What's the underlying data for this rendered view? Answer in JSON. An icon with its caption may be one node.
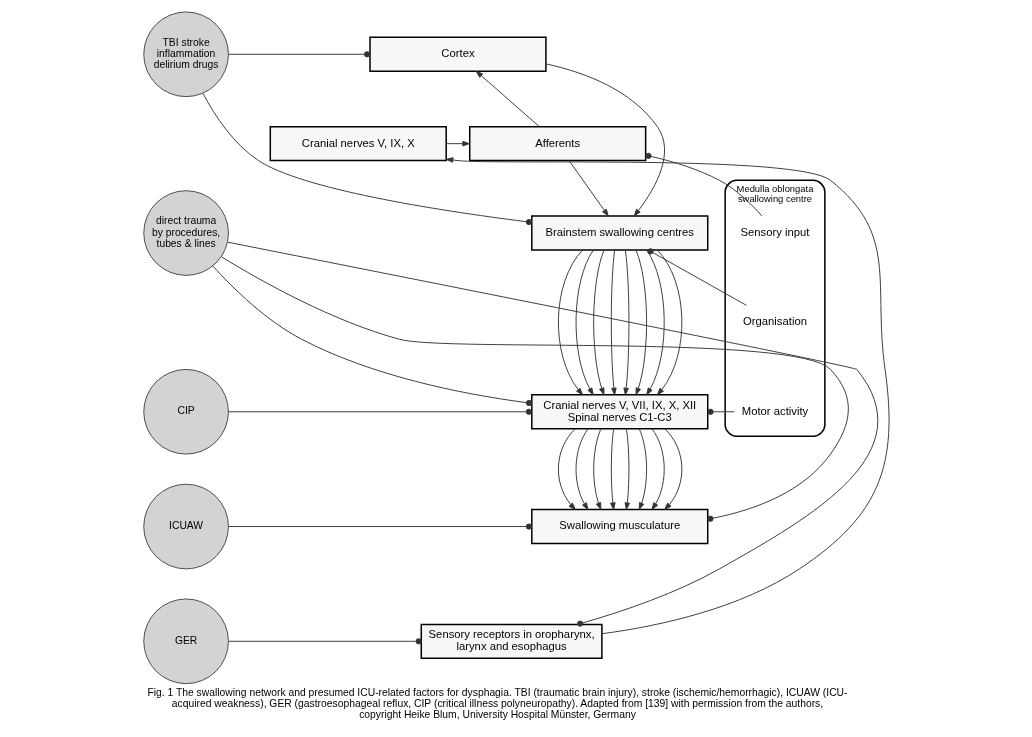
{
  "diagram": {
    "caption": "Fig. 1 The swallowing network and presumed ICU-related factors for dysphagia. TBI (traumatic brain injury), stroke (ischemic/hemorrhagic), ICUAW (ICU-acquired weakness), GER (gastroesophageal reflux, CIP (critical illness polyneuropathy). Adapted from [139] with permission from the authors, copyright Heike Blum, University Hospital Münster, Germany",
    "nodes": [
      {
        "text": [
          "TBI stroke inflammation delirium drugs"
        ]
      },
      {
        "text": [
          "direct trauma by procedures, tubes & lines"
        ]
      },
      {
        "text": [
          "CIP"
        ]
      },
      {
        "text": [
          "ICUAW"
        ]
      },
      {
        "text": [
          "GER"
        ]
      },
      {
        "text": [
          "Cortex"
        ]
      },
      {
        "text": [
          "Afferents"
        ]
      },
      {
        "text": [
          "Cranial nerves V, IX, X"
        ]
      },
      {
        "text": [
          "Brainstem swallowing centres"
        ]
      },
      {
        "text": [
          "Cranial nerves V, VII, IX, X, XII",
          "Spinal nerves C1-C3"
        ]
      },
      {
        "text": [
          "Swallowing musculature"
        ]
      },
      {
        "text": [
          "Sensory receptors in oropharynx, larynx and esophagus"
        ]
      },
      {
        "text": [
          "Medulla oblongata swallowing centre"
        ]
      },
      {
        "text": [
          "Sensory input"
        ],
        "in": 12
      },
      {
        "text": [
          "Organisation"
        ],
        "in": 12
      },
      {
        "text": [
          "Motor activity"
        ],
        "in": 12
      }
    ],
    "edges": [
      {
        "from": 0,
        "to": 5,
        "arrow": "other"
      },
      {
        "from": 0,
        "to": 8,
        "arrow": "other"
      },
      {
        "from": 1,
        "to": 9,
        "arrow": "other"
      },
      {
        "from": 1,
        "to": 10,
        "arrow": "other"
      },
      {
        "from": 1,
        "to": 11,
        "arrow": "other"
      },
      {
        "from": 2,
        "to": 9,
        "arrow": "other"
      },
      {
        "from": 3,
        "to": 10,
        "arrow": "other"
      },
      {
        "from": 4,
        "to": 11,
        "arrow": "other"
      },
      {
        "from": 6,
        "to": 5,
        "arrow": "to"
      },
      {
        "from": 6,
        "to": 8,
        "arrow": "to"
      },
      {
        "from": 5,
        "to": 8,
        "arrow": "to"
      },
      {
        "from": 7,
        "to": 6,
        "arrow": "to"
      },
      {
        "from": 11,
        "to": 7,
        "arrow": "to"
      },
      {
        "from": 13,
        "to": 6,
        "arrow": "other"
      },
      {
        "from": 14,
        "to": 8,
        "arrow": "other"
      },
      {
        "from": 15,
        "to": 9,
        "arrow": "other"
      },
      {
        "from": 8,
        "to": 9,
        "arrow": "to"
      },
      {
        "from": 8,
        "to": 9,
        "arrow": "to"
      },
      {
        "from": 8,
        "to": 9,
        "arrow": "to"
      },
      {
        "from": 8,
        "to": 9,
        "arrow": "to"
      },
      {
        "from": 8,
        "to": 9,
        "arrow": "to"
      },
      {
        "from": 8,
        "to": 9,
        "arrow": "to"
      },
      {
        "from": 8,
        "to": 9,
        "arrow": "to"
      },
      {
        "from": 8,
        "to": 9,
        "arrow": "to"
      },
      {
        "from": 9,
        "to": 10,
        "arrow": "to"
      },
      {
        "from": 9,
        "to": 10,
        "arrow": "to"
      },
      {
        "from": 9,
        "to": 10,
        "arrow": "to"
      },
      {
        "from": 9,
        "to": 10,
        "arrow": "to"
      },
      {
        "from": 9,
        "to": 10,
        "arrow": "to"
      },
      {
        "from": 9,
        "to": 10,
        "arrow": "to"
      },
      {
        "from": 9,
        "to": 10,
        "arrow": "to"
      },
      {
        "from": 9,
        "to": 10,
        "arrow": "to"
      }
    ]
  }
}
